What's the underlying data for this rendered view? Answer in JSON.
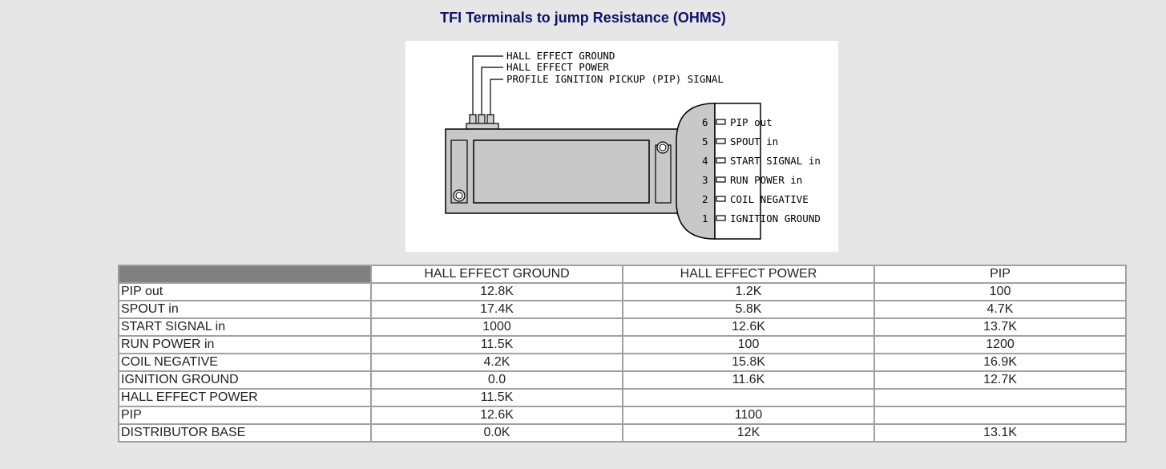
{
  "page": {
    "title": "TFI Terminals to jump Resistance (OHMS)"
  },
  "diagram": {
    "top_labels": [
      "HALL EFFECT GROUND",
      "HALL EFFECT POWER",
      "PROFILE IGNITION PICKUP (PIP) SIGNAL"
    ],
    "pins": [
      {
        "num": "6",
        "label": "PIP out"
      },
      {
        "num": "5",
        "label": "SPOUT in"
      },
      {
        "num": "4",
        "label": "START SIGNAL in"
      },
      {
        "num": "3",
        "label": "RUN POWER in"
      },
      {
        "num": "2",
        "label": "COIL NEGATIVE"
      },
      {
        "num": "1",
        "label": "IGNITION GROUND"
      }
    ]
  },
  "table": {
    "headers": [
      "",
      "HALL EFFECT GROUND",
      "HALL EFFECT POWER",
      "PIP"
    ],
    "rows": [
      {
        "label": "PIP out",
        "values": [
          "12.8K",
          "1.2K",
          "100"
        ]
      },
      {
        "label": "SPOUT in",
        "values": [
          "17.4K",
          "5.8K",
          "4.7K"
        ]
      },
      {
        "label": "START SIGNAL in",
        "values": [
          "1000",
          "12.6K",
          "13.7K"
        ]
      },
      {
        "label": "RUN POWER in",
        "values": [
          "11.5K",
          "100",
          "1200"
        ]
      },
      {
        "label": "COIL NEGATIVE",
        "values": [
          "4.2K",
          "15.8K",
          "16.9K"
        ]
      },
      {
        "label": "IGNITION GROUND",
        "values": [
          "0.0",
          "11.6K",
          "12.7K"
        ]
      },
      {
        "label": "HALL EFFECT POWER",
        "values": [
          "11.5K",
          "",
          ""
        ]
      },
      {
        "label": "PIP",
        "values": [
          "12.6K",
          "1100",
          ""
        ]
      },
      {
        "label": "DISTRIBUTOR BASE",
        "values": [
          "0.0K",
          "12K",
          "13.1K"
        ]
      }
    ]
  }
}
